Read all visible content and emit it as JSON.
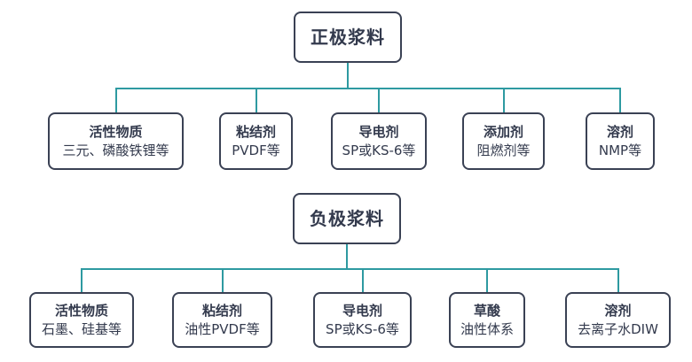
{
  "colors": {
    "connector": "#2E9AA1",
    "box_border": "#3A4154",
    "text": "#333A4D",
    "background": "#FFFFFF"
  },
  "trees": [
    {
      "root": "正极浆料",
      "children": [
        {
          "title": "活性物质",
          "subtitle": "三元、磷酸铁锂等"
        },
        {
          "title": "粘结剂",
          "subtitle": "PVDF等"
        },
        {
          "title": "导电剂",
          "subtitle": "SP或KS-6等"
        },
        {
          "title": "添加剂",
          "subtitle": "阻燃剂等"
        },
        {
          "title": "溶剂",
          "subtitle": "NMP等"
        }
      ]
    },
    {
      "root": "负极浆料",
      "children": [
        {
          "title": "活性物质",
          "subtitle": "石墨、硅基等"
        },
        {
          "title": "粘结剂",
          "subtitle": "油性PVDF等"
        },
        {
          "title": "导电剂",
          "subtitle": "SP或KS-6等"
        },
        {
          "title": "草酸",
          "subtitle": "油性体系"
        },
        {
          "title": "溶剂",
          "subtitle": "去离子水DIW"
        }
      ]
    }
  ]
}
